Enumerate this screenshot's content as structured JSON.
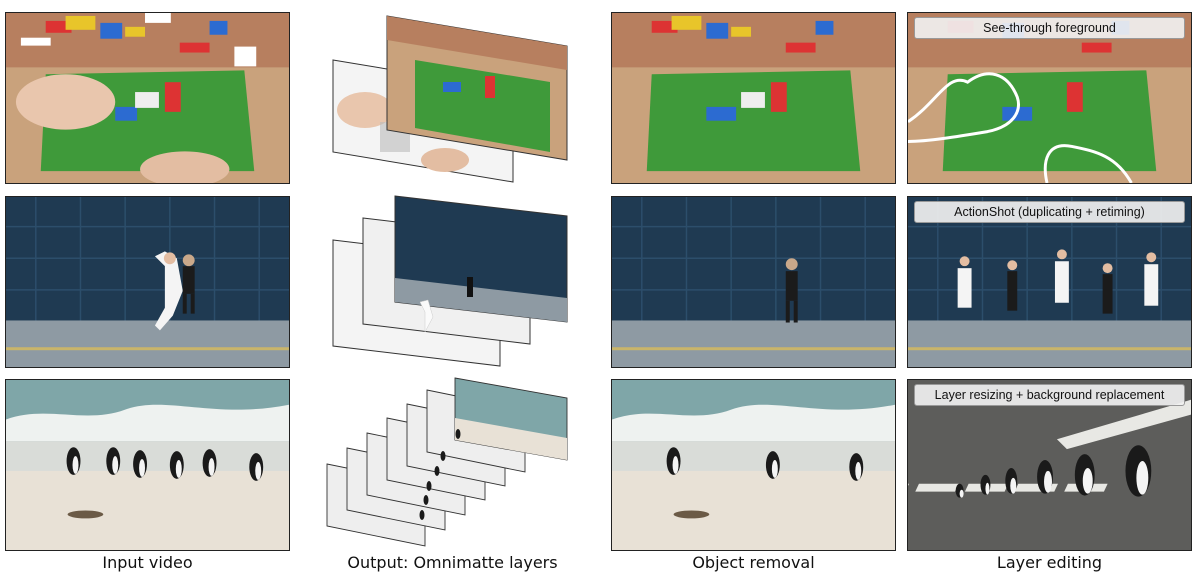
{
  "columns": {
    "input": "Input video",
    "layers": "Output: Omnimatte layers",
    "removal": "Object removal",
    "editing": "Layer editing"
  },
  "edit_labels": {
    "lego": "See-through foreground",
    "skate": "ActionShot (duplicating + retiming)",
    "penguin": "Layer resizing + background replacement"
  },
  "colors": {
    "lego_baseplate": "#3f9a3a",
    "table_wood": "#c9a27c",
    "wall_navy": "#1f3a52",
    "pavement": "#8e9aa3",
    "sea": "#7fa6a8",
    "sand": "#e8e1d6",
    "road": "#5d5d5b"
  }
}
